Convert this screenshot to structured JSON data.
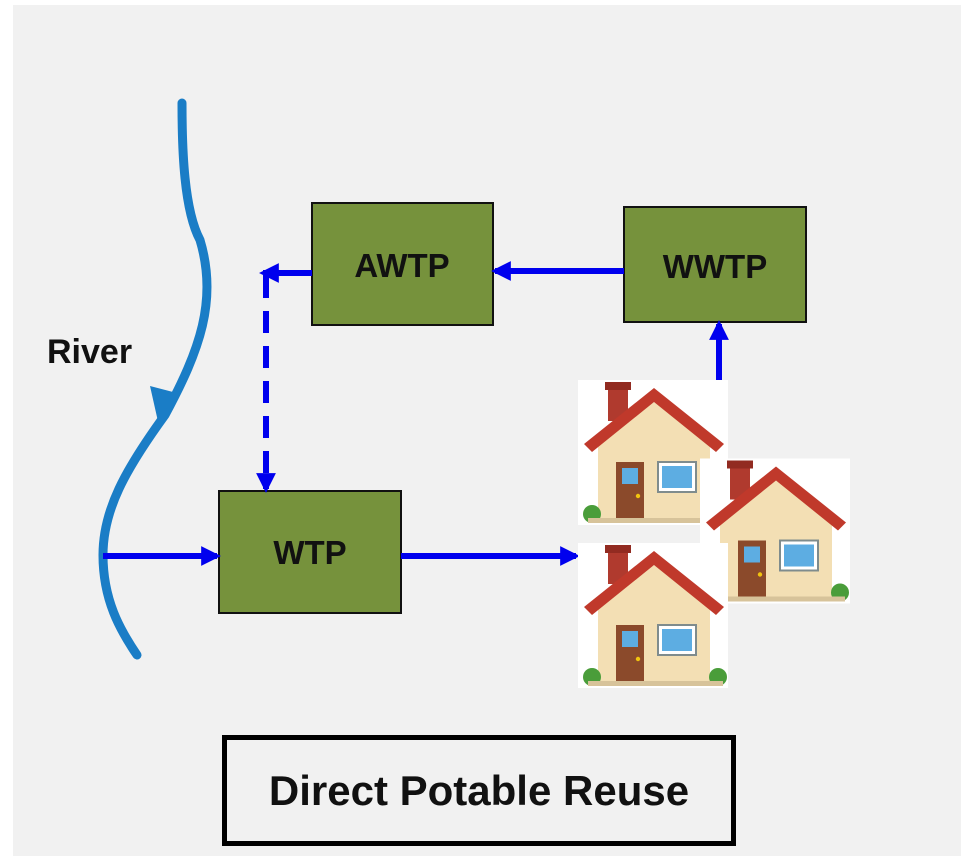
{
  "title": "Direct Potable Reuse",
  "river": {
    "label": "River"
  },
  "nodes": {
    "awtp": "AWTP",
    "wwtp": "WWTP",
    "wtp": "WTP"
  },
  "colors": {
    "box_fill": "#76923c",
    "flow_arrow": "#0000ee",
    "river": "#1a7dc6",
    "background": "#f1f1f1"
  },
  "icons": {
    "house": "house-icon"
  }
}
